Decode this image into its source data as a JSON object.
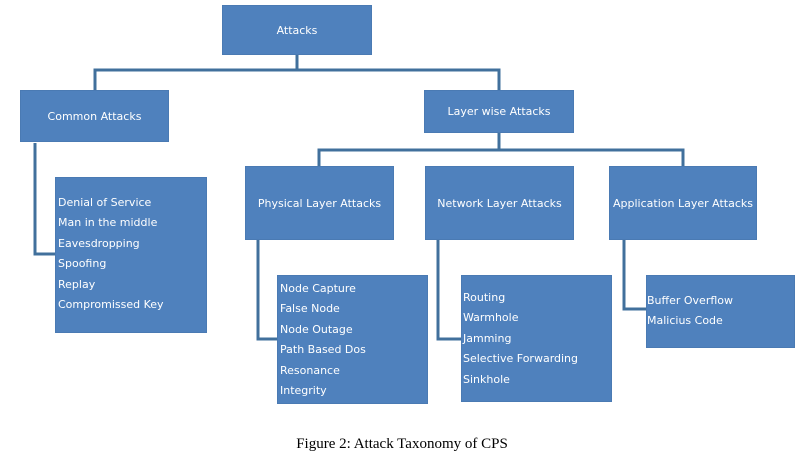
{
  "diagram": {
    "root": {
      "label": "Attacks"
    },
    "common": {
      "label": "Common Attacks",
      "items": [
        "Denial of Service",
        "Man in the middle",
        "Eavesdropping",
        "Spoofing",
        "Replay",
        "Compromissed Key"
      ]
    },
    "layer_wise": {
      "label": "Layer wise Attacks"
    },
    "physical": {
      "label": "Physical Layer Attacks",
      "items": [
        "Node Capture",
        "False Node",
        "Node Outage",
        "Path Based Dos",
        "Resonance",
        "Integrity"
      ]
    },
    "network": {
      "label": "Network Layer Attacks",
      "items": [
        "Routing",
        "Warmhole",
        "Jamming",
        "Selective Forwarding",
        "Sinkhole"
      ]
    },
    "application": {
      "label": "Application Layer Attacks",
      "items": [
        "Buffer Overflow",
        "Malicius Code"
      ]
    }
  },
  "caption": "Figure 2: Attack Taxonomy of CPS",
  "colors": {
    "box_fill": "#4f81bd",
    "connector": "#41709c",
    "text": "#ffffff"
  }
}
